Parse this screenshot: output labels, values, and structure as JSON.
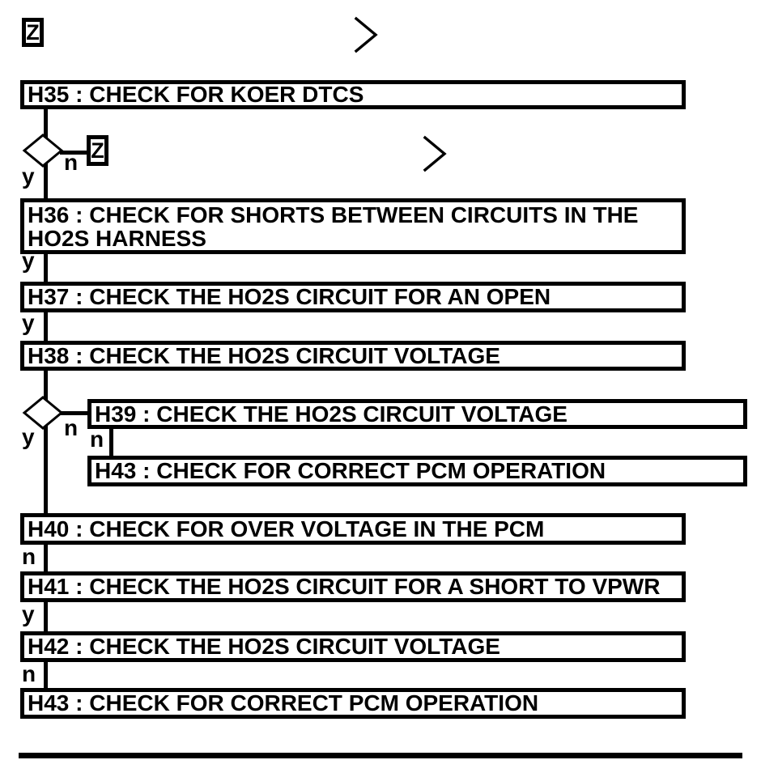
{
  "page": {
    "background": "#ffffff",
    "ink": "#000000"
  },
  "flowchart": {
    "offpage_connectors": {
      "top": "Z",
      "branch": "Z"
    },
    "nodes": {
      "h35": {
        "label": "H35 : CHECK FOR KOER DTCS"
      },
      "h36": {
        "label": "H36 : CHECK FOR SHORTS BETWEEN CIRCUITS IN THE HO2S HARNESS",
        "line1": "H36 : CHECK FOR SHORTS BETWEEN CIRCUITS IN THE",
        "line2": "HO2S HARNESS"
      },
      "h37": {
        "label": "H37 : CHECK THE HO2S CIRCUIT FOR AN OPEN"
      },
      "h38": {
        "label": "H38 : CHECK THE HO2S CIRCUIT VOLTAGE"
      },
      "h39": {
        "label": "H39 : CHECK THE HO2S CIRCUIT VOLTAGE"
      },
      "h43_branch": {
        "label": "H43 : CHECK FOR CORRECT PCM OPERATION"
      },
      "h40": {
        "label": "H40 : CHECK FOR OVER VOLTAGE IN THE PCM"
      },
      "h41": {
        "label": "H41 : CHECK THE HO2S CIRCUIT FOR A SHORT TO VPWR"
      },
      "h42": {
        "label": "H42 : CHECK THE HO2S CIRCUIT VOLTAGE"
      },
      "h43": {
        "label": "H43 : CHECK FOR CORRECT PCM OPERATION"
      }
    },
    "branch_labels": {
      "decision1_yes": "y",
      "decision1_no": "n",
      "h36_to_h37": "y",
      "h37_to_h38": "y",
      "decision2_yes": "y",
      "decision2_no": "n",
      "h39_to_h43": "n",
      "h40_to_h41": "n",
      "h41_to_h42": "y",
      "h42_to_h43": "n"
    }
  }
}
